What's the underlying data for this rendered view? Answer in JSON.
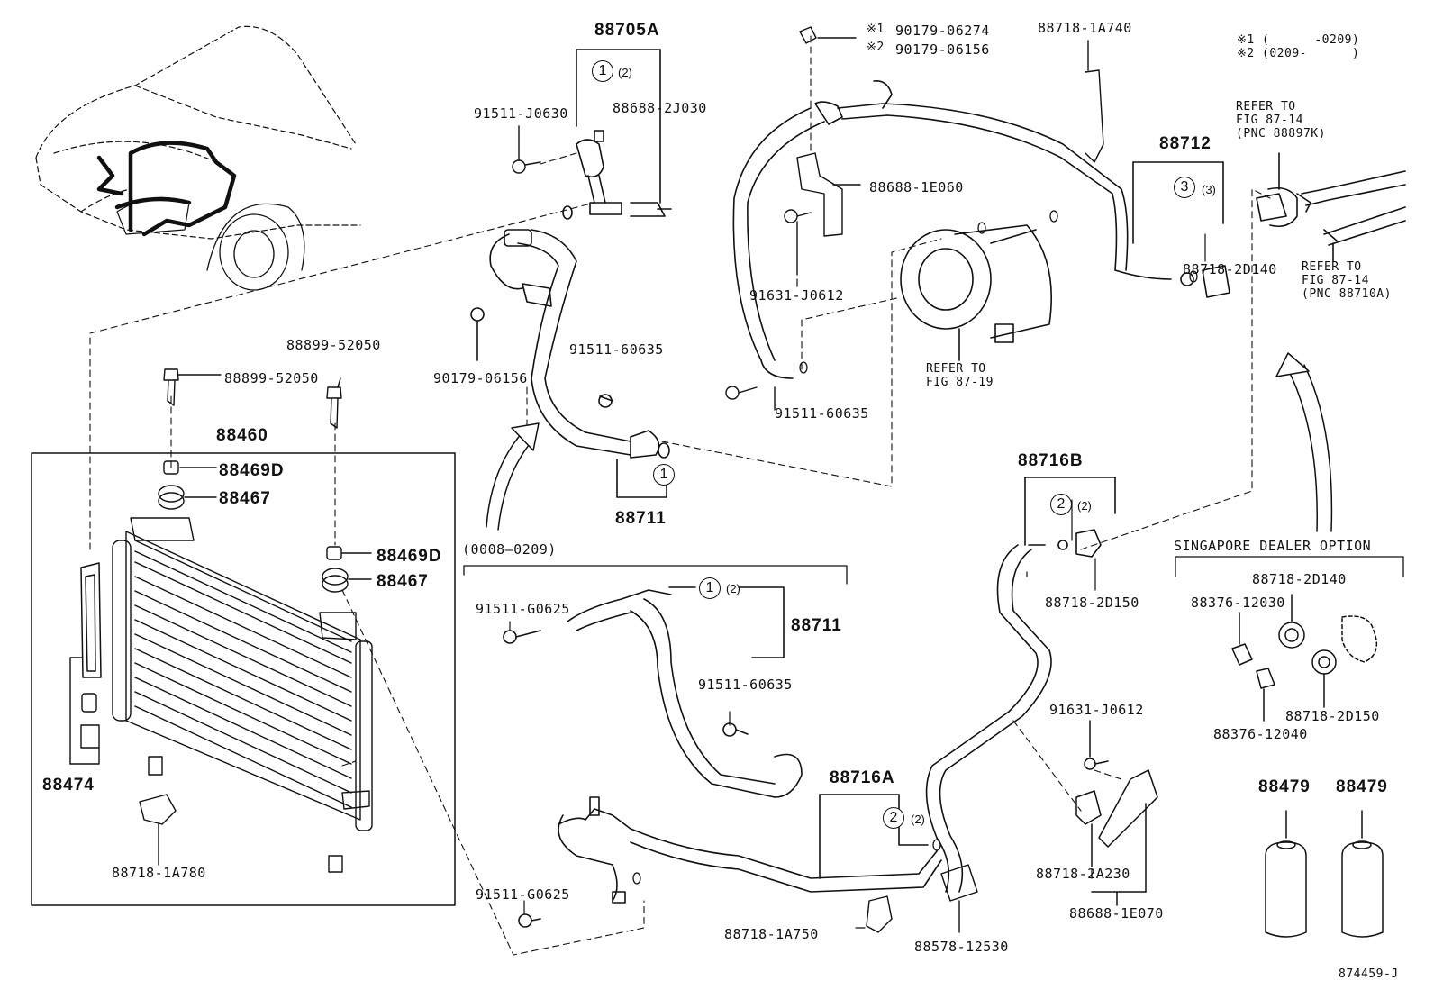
{
  "diagram": {
    "labels": {
      "l88705A": "88705A",
      "l91511J0630": "91511-J0630",
      "l88688_2J030": "88688-2J030",
      "l90179_06156a": "90179-06156",
      "l91511_60635a": "91511-60635",
      "l88711a": "88711",
      "l88899a": "88899-52050",
      "l88899b": "88899-52050",
      "l88460": "88460",
      "l88469Da": "88469D",
      "l88467a": "88467",
      "l88469Db": "88469D",
      "l88467b": "88467",
      "l88474": "88474",
      "l88718_1A780": "88718-1A780",
      "lRange": "(0008–0209)",
      "l91511_G0625a": "91511-G0625",
      "l88711b": "88711",
      "l91511_60635b": "91511-60635",
      "l91511_G0625b": "91511-G0625",
      "l88718_1A750": "88718-1A750",
      "l88716A": "88716A",
      "l88578_12530": "88578-12530",
      "l90179_06274": "90179-06274",
      "l90179_06156b": "90179-06156",
      "lMark1": "※1",
      "lMark2": "※2",
      "l88688_1E060": "88688-1E060",
      "l91631_J0612a": "91631-J0612",
      "l91511_60635c": "91511-60635",
      "lRefer8719": "REFER TO\nFIG 87-19",
      "l88718_1A740": "88718-1A740",
      "l88712": "88712",
      "l88718_2D140a": "88718-2D140",
      "lNotes": "※1 (      -0209)\n※2 (0209-      )",
      "lRefer8714a": "REFER TO\nFIG 87-14\n(PNC 88897K)",
      "lRefer8714b": "REFER TO\nFIG 87-14\n(PNC 88710A)",
      "l88716B": "88716B",
      "l88718_2D150a": "88718-2D150",
      "lSingapore": "SINGAPORE DEALER OPTION",
      "l88718_2D140b": "88718-2D140",
      "l88376_12030": "88376-12030",
      "l88718_2D150b": "88718-2D150",
      "l88376_12040": "88376-12040",
      "l88479a": "88479",
      "l88479b": "88479",
      "l91631_J0612b": "91631-J0612",
      "l88718_2A230": "88718-2A230",
      "l88688_1E070": "88688-1E070",
      "lFigNo": "874459-J"
    },
    "callouts": {
      "c1": "1",
      "c1q": "(2)",
      "c1b": "1",
      "c1c": "1",
      "c1cq": "(2)",
      "c3": "3",
      "c3q": "(3)",
      "c2a": "2",
      "c2aq": "(2)",
      "c2b": "2",
      "c2bq": "(2)"
    }
  }
}
